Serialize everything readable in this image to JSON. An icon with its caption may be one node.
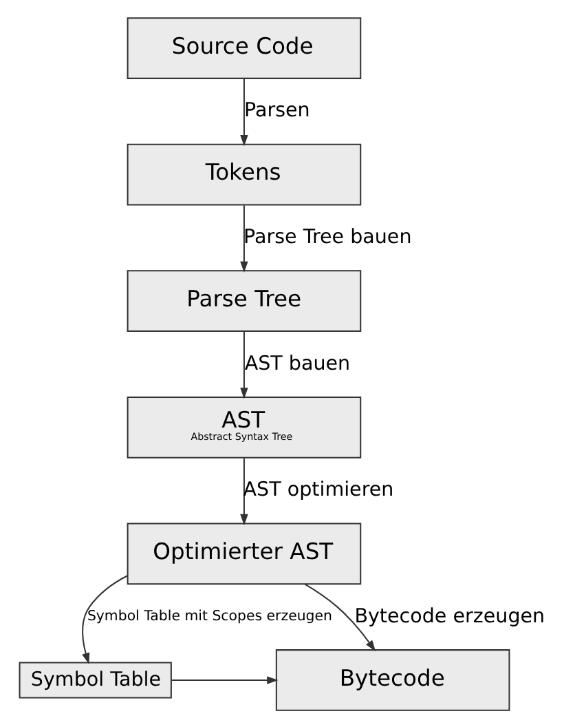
{
  "diagram": {
    "nodes": [
      {
        "text": [
          "Source Code"
        ]
      },
      {
        "text": [
          "Tokens"
        ]
      },
      {
        "text": [
          "Parse Tree"
        ]
      },
      {
        "text": [
          "AST",
          "Abstract Syntax Tree"
        ]
      },
      {
        "text": [
          "Optimierter AST"
        ]
      },
      {
        "text": [
          "Symbol Table"
        ]
      },
      {
        "text": [
          "Bytecode"
        ]
      }
    ],
    "edges": [
      {
        "from": 0,
        "to": 1,
        "arrow": "to",
        "label": "Parsen"
      },
      {
        "from": 1,
        "to": 2,
        "arrow": "to",
        "label": "Parse Tree bauen"
      },
      {
        "from": 2,
        "to": 3,
        "arrow": "to",
        "label": "AST bauen"
      },
      {
        "from": 3,
        "to": 4,
        "arrow": "to",
        "label": "AST optimieren"
      },
      {
        "from": 4,
        "to": 5,
        "arrow": "to",
        "label": "Symbol Table mit Scopes erzeugen"
      },
      {
        "from": 4,
        "to": 6,
        "arrow": "to",
        "label": "Bytecode erzeugen"
      },
      {
        "from": 5,
        "to": 6,
        "arrow": "to"
      }
    ]
  }
}
